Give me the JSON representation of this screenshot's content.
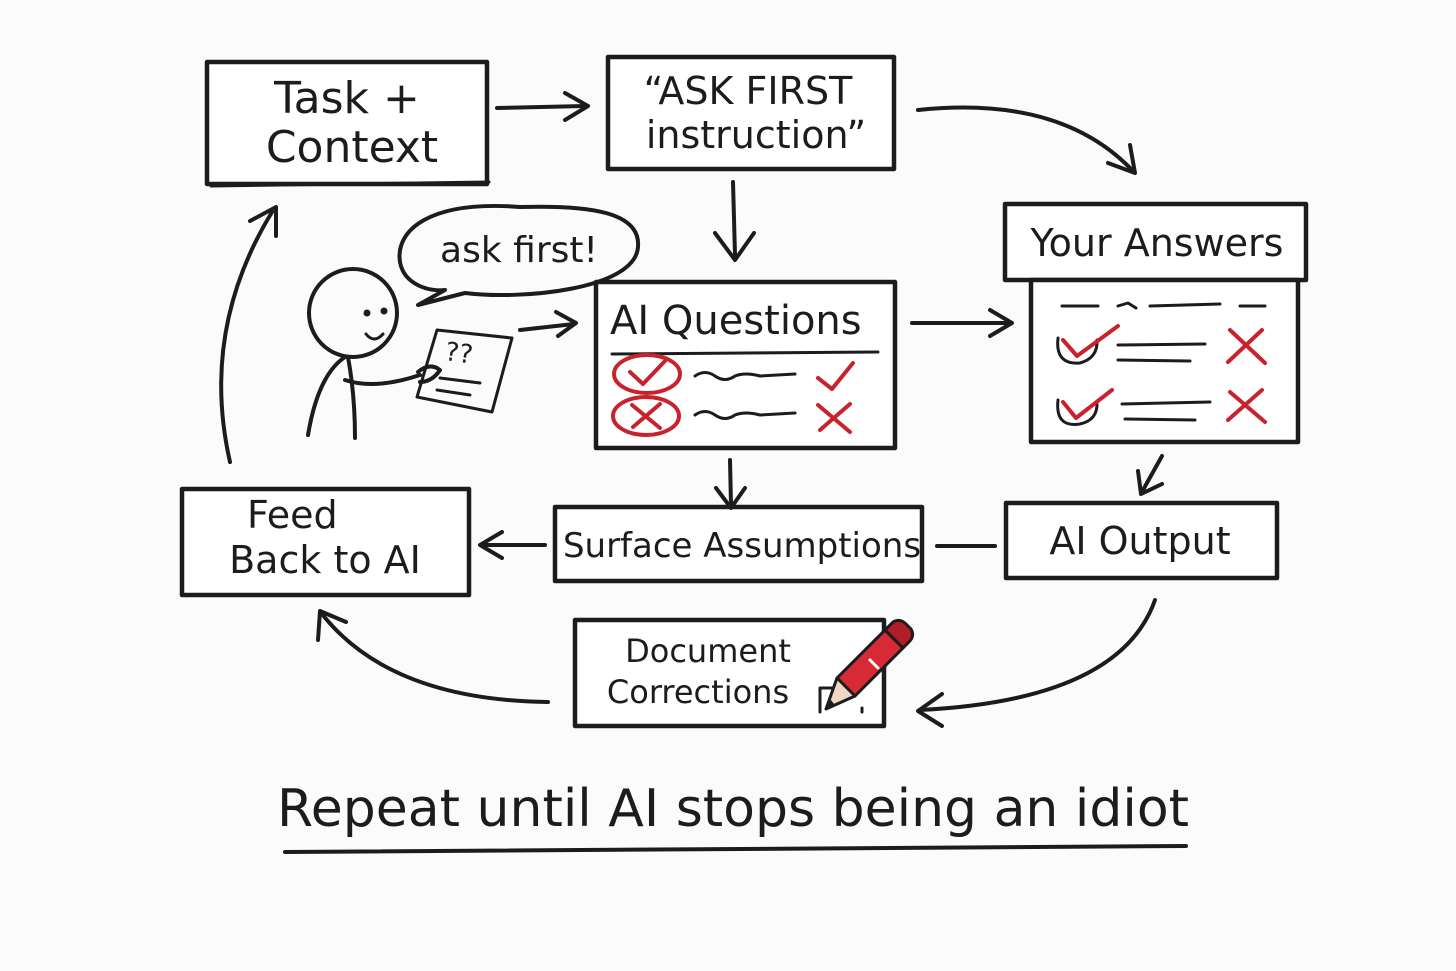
{
  "nodes": {
    "task_context": {
      "line1": "Task +",
      "line2": "Context"
    },
    "ask_first": {
      "line1": "“ASK FIRST",
      "line2": "instruction”"
    },
    "your_answers": {
      "label": "Your Answers"
    },
    "ai_questions": {
      "label": "AI Questions"
    },
    "feed_back": {
      "line1": "Feed",
      "line2": "Back to AI"
    },
    "surface_assumptions": {
      "label": "Surface Assumptions"
    },
    "ai_output": {
      "label": "AI Output"
    },
    "document_corrections": {
      "line1": "Document",
      "line2": "Corrections"
    }
  },
  "speech_bubble": {
    "text": "ask first!"
  },
  "paper_marks": {
    "text": "??"
  },
  "caption": {
    "text": "Repeat until AI stops being an idiot"
  },
  "colors": {
    "ink": "#1c1c1c",
    "accent_red": "#c8232c",
    "background": "#fbfbfb"
  },
  "icons": [
    "stick-figure",
    "question-paper",
    "checkmark",
    "cross-mark",
    "pen"
  ]
}
